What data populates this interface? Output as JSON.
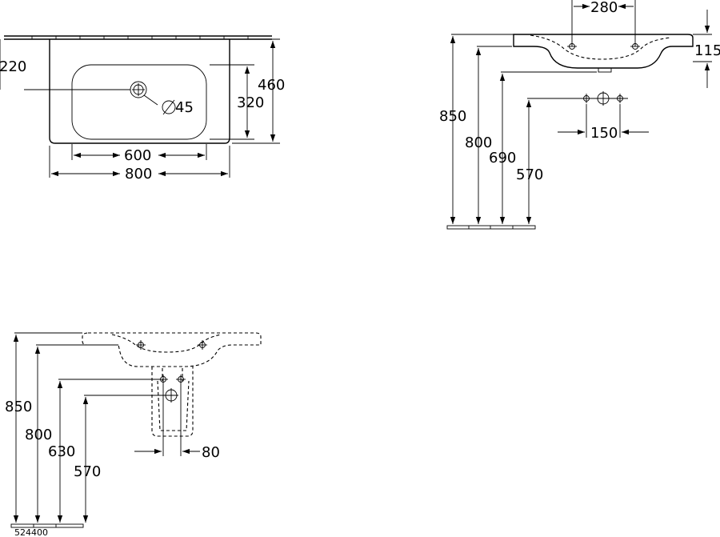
{
  "top_view": {
    "dim_220": "220",
    "dim_460": "460",
    "dim_320": "320",
    "dim_45": "45",
    "dim_600": "600",
    "dim_800": "800"
  },
  "side_view": {
    "dim_280": "280",
    "dim_115": "115",
    "dim_850": "850",
    "dim_800": "800",
    "dim_690": "690",
    "dim_570": "570",
    "dim_150": "150"
  },
  "front_view": {
    "dim_850": "850",
    "dim_800": "800",
    "dim_630": "630",
    "dim_570": "570",
    "dim_80": "80"
  },
  "product_code": "524400"
}
